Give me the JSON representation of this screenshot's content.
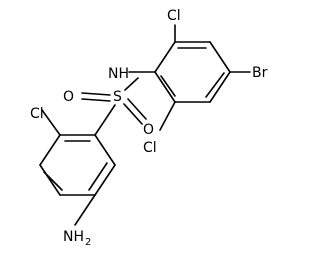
{
  "molecule": {
    "atoms": {
      "cl_top": "Cl",
      "nh": "NH",
      "br": "Br",
      "o_left": "O",
      "s": "S",
      "o_bottom": "O",
      "cl_left": "Cl",
      "cl_right": "Cl",
      "nh2_main": "NH",
      "nh2_sub": "2"
    }
  }
}
